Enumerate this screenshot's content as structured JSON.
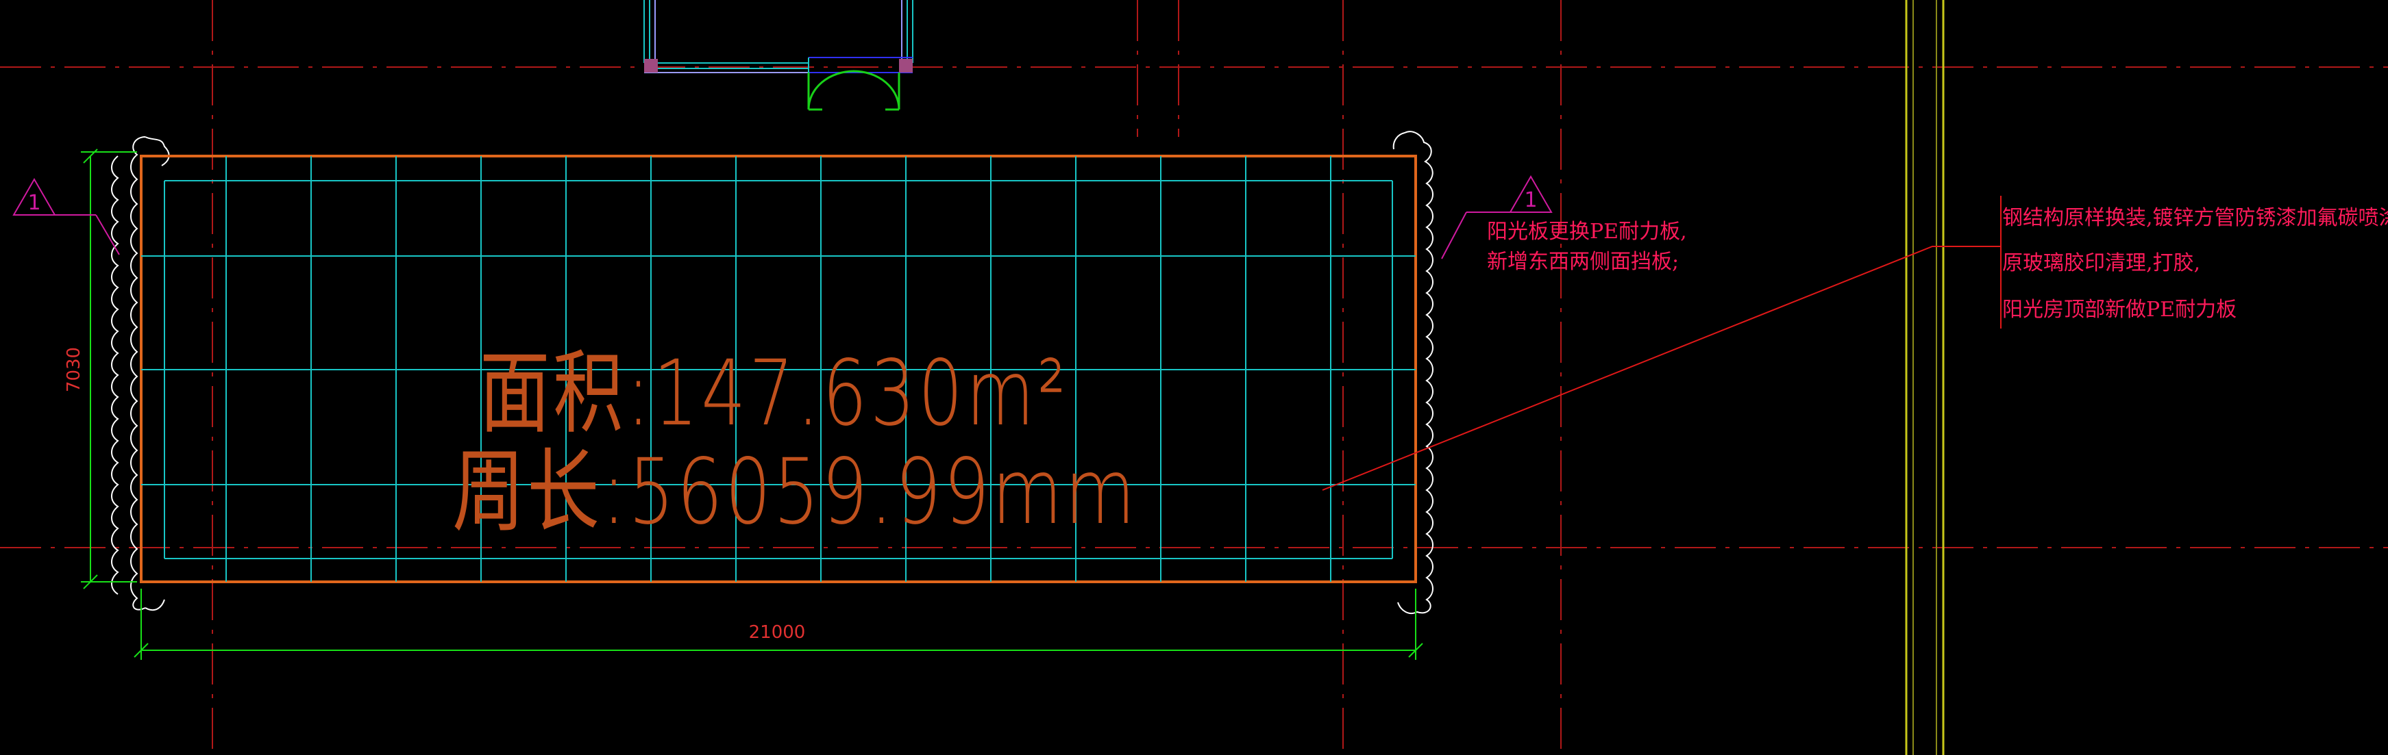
{
  "colors": {
    "background": "#000000",
    "axis_line": "#b01818",
    "outer_boundary": "#e0661c",
    "grid": "#18c6c6",
    "dimension": "#18e018",
    "dimension_text": "#e03030",
    "area_text": "#c0501c",
    "note_text": "#ff1a5a",
    "leader": "#e01818",
    "marker": "#d01aa0",
    "column_yellow": "#c8c81a",
    "door": "#18d018"
  },
  "area_label": "面积:147.630m²",
  "perimeter_label": "周长:56059.99mm",
  "dimensions": {
    "width": "21000",
    "height": "7030"
  },
  "revision_markers": {
    "left": "1",
    "right": "1"
  },
  "notes_right_bay": [
    "阳光板更换PE耐力板,",
    "新增东西两侧面挡板;"
  ],
  "notes_main": [
    "钢结构原样换装,镀锌方管防锈漆加氟碳喷涂,",
    "原玻璃胶印清理,打胶,",
    "阳光房顶部新做PE耐力板"
  ]
}
